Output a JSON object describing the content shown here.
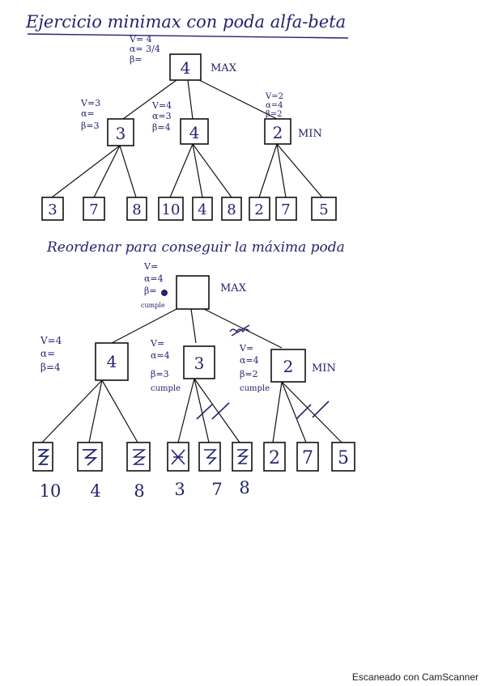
{
  "title": "Ejercicio minimax con poda alfa-beta",
  "section2_title": "Reordenar para conseguir la máxima poda",
  "footer": "Escaneado con CamScanner",
  "ink_color": "#23236e",
  "tree1": {
    "root": {
      "value": "4",
      "type": "MAX",
      "ann": [
        "V= 4",
        "α= 3/4",
        "β="
      ]
    },
    "children": [
      {
        "value": "3",
        "ann": [
          "V=3",
          "α=",
          "β=3"
        ]
      },
      {
        "value": "4",
        "ann": [
          "V=4",
          "α=3",
          "β=4"
        ]
      },
      {
        "value": "2",
        "type": "MIN",
        "ann": [
          "V=2",
          "α=4",
          "β=2"
        ]
      }
    ],
    "leaves": [
      "3",
      "7",
      "8",
      "10",
      "4",
      "8",
      "2",
      "7",
      "5"
    ]
  },
  "tree2": {
    "root": {
      "value": "",
      "type": "MAX",
      "ann": [
        "V=",
        "α=4",
        "β=",
        "cumple"
      ]
    },
    "children": [
      {
        "value": "4",
        "ann": [
          "V=4",
          "α=",
          "β=4"
        ]
      },
      {
        "value": "3",
        "ann": [
          "V=",
          "α=4",
          "β=3",
          "cumple"
        ]
      },
      {
        "value": "2",
        "type": "MIN",
        "ann": [
          "V=",
          "α=4",
          "β=2",
          "cumple"
        ]
      }
    ],
    "leaves": [
      "",
      "",
      "",
      "",
      "",
      "",
      "2",
      "7",
      "5"
    ],
    "below": [
      "10",
      "4",
      "8",
      "3",
      "7",
      "8"
    ]
  }
}
